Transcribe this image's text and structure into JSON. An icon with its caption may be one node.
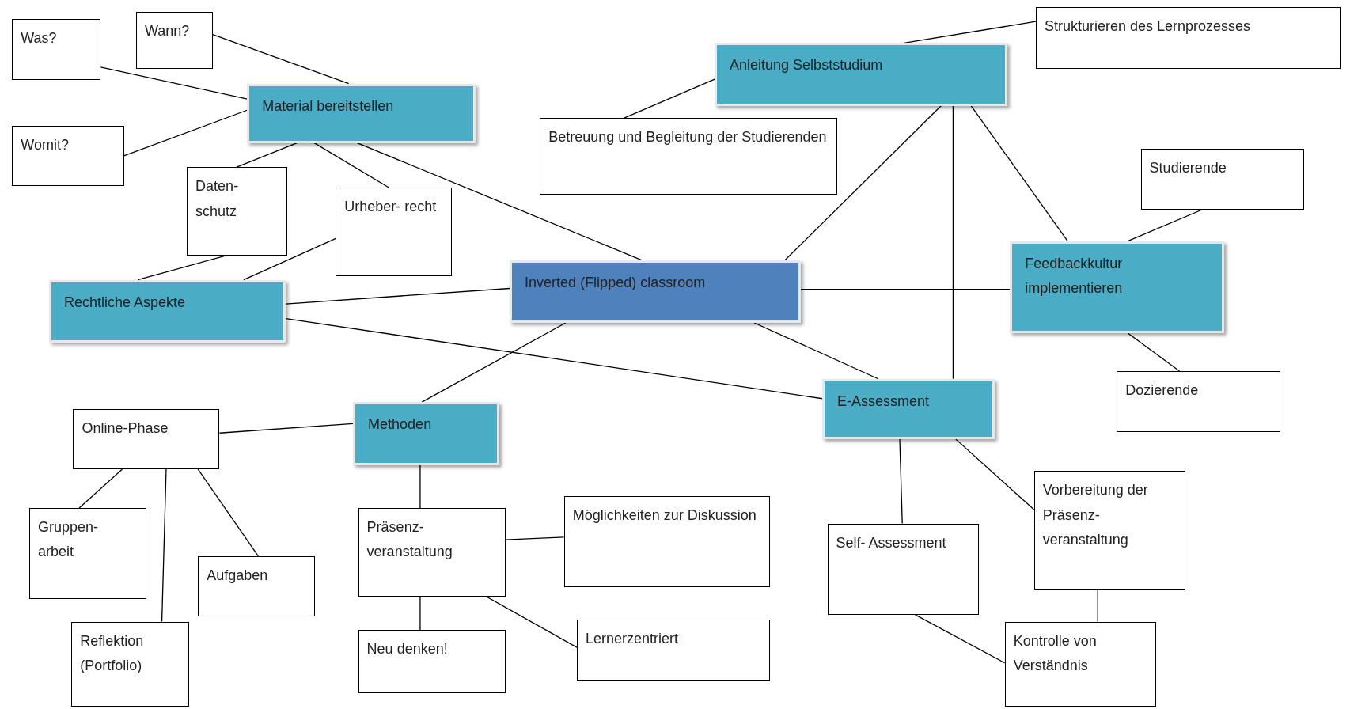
{
  "diagram": {
    "nodes": [
      {
        "text": [
          "Was?"
        ]
      },
      {
        "text": [
          "Wann?"
        ]
      },
      {
        "text": [
          "Material bereitstellen"
        ]
      },
      {
        "text": [
          "Womit?"
        ]
      },
      {
        "text": [
          "Daten- schutz"
        ]
      },
      {
        "text": [
          "Urheber- recht"
        ]
      },
      {
        "text": [
          "Rechtliche Aspekte"
        ]
      },
      {
        "text": [
          "Inverted (Flipped) classroom"
        ]
      },
      {
        "text": [
          "Anleitung Selbststudium"
        ]
      },
      {
        "text": [
          "Strukturieren des Lernprozesses"
        ]
      },
      {
        "text": [
          "Betreuung und Begleitung der Studierenden"
        ]
      },
      {
        "text": [
          "Studierende"
        ]
      },
      {
        "text": [
          "Feedbackkultur implementieren"
        ]
      },
      {
        "text": [
          "Dozierende"
        ]
      },
      {
        "text": [
          "E-Assessment"
        ]
      },
      {
        "text": [
          "Methoden"
        ]
      },
      {
        "text": [
          "Online-Phase"
        ]
      },
      {
        "text": [
          "Gruppen- arbeit"
        ]
      },
      {
        "text": [
          "Aufgaben"
        ]
      },
      {
        "text": [
          "Reflektion (Portfolio)"
        ]
      },
      {
        "text": [
          "Präsenz- veranstaltung"
        ]
      },
      {
        "text": [
          "Möglichkeiten zur Diskussion"
        ]
      },
      {
        "text": [
          "Neu denken!"
        ]
      },
      {
        "text": [
          "Lernerzentriert"
        ]
      },
      {
        "text": [
          "Self- Assessment"
        ]
      },
      {
        "text": [
          "Vorbereitung der Präsenz- veranstaltung"
        ]
      },
      {
        "text": [
          "Kontrolle von Verständnis"
        ]
      }
    ],
    "edges": [
      {
        "from": 0,
        "to": 2,
        "arrow": "none"
      },
      {
        "from": 1,
        "to": 2,
        "arrow": "none"
      },
      {
        "from": 3,
        "to": 2,
        "arrow": "none"
      },
      {
        "from": 2,
        "to": 4,
        "arrow": "none"
      },
      {
        "from": 2,
        "to": 5,
        "arrow": "none"
      },
      {
        "from": 2,
        "to": 7,
        "arrow": "none"
      },
      {
        "from": 4,
        "to": 6,
        "arrow": "none"
      },
      {
        "from": 5,
        "to": 6,
        "arrow": "none"
      },
      {
        "from": 6,
        "to": 7,
        "arrow": "none"
      },
      {
        "from": 6,
        "to": 14,
        "arrow": "none"
      },
      {
        "from": 8,
        "to": 9,
        "arrow": "none"
      },
      {
        "from": 8,
        "to": 10,
        "arrow": "none"
      },
      {
        "from": 8,
        "to": 7,
        "arrow": "none"
      },
      {
        "from": 8,
        "to": 14,
        "arrow": "none"
      },
      {
        "from": 8,
        "to": 12,
        "arrow": "none"
      },
      {
        "from": 12,
        "to": 11,
        "arrow": "none"
      },
      {
        "from": 12,
        "to": 13,
        "arrow": "none"
      },
      {
        "from": 7,
        "to": 12,
        "arrow": "none"
      },
      {
        "from": 7,
        "to": 14,
        "arrow": "none"
      },
      {
        "from": 7,
        "to": 15,
        "arrow": "none"
      },
      {
        "from": 15,
        "to": 16,
        "arrow": "none"
      },
      {
        "from": 15,
        "to": 20,
        "arrow": "none"
      },
      {
        "from": 16,
        "to": 17,
        "arrow": "none"
      },
      {
        "from": 16,
        "to": 19,
        "arrow": "none"
      },
      {
        "from": 16,
        "to": 18,
        "arrow": "none"
      },
      {
        "from": 20,
        "to": 21,
        "arrow": "none"
      },
      {
        "from": 20,
        "to": 22,
        "arrow": "none"
      },
      {
        "from": 20,
        "to": 23,
        "arrow": "none"
      },
      {
        "from": 14,
        "to": 24,
        "arrow": "none"
      },
      {
        "from": 14,
        "to": 25,
        "arrow": "none"
      },
      {
        "from": 24,
        "to": 26,
        "arrow": "none"
      },
      {
        "from": 25,
        "to": 26,
        "arrow": "none"
      }
    ]
  }
}
